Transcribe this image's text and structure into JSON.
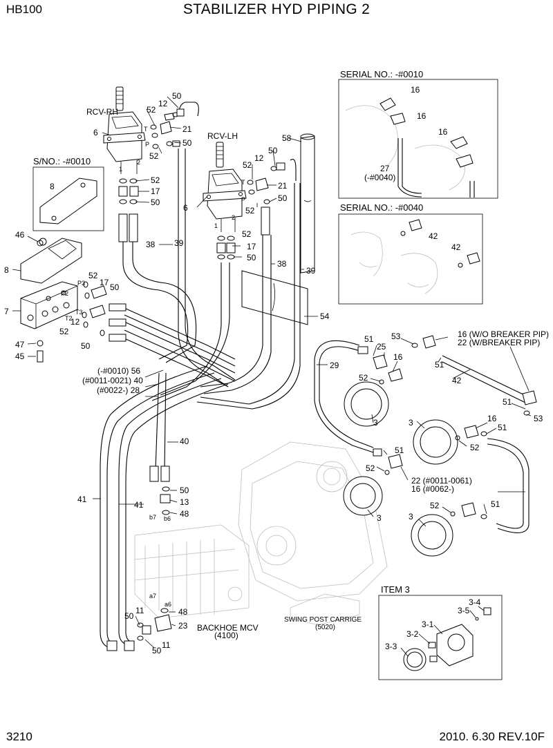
{
  "header": {
    "model": "HB100",
    "title": "STABILIZER HYD PIPING 2",
    "page_number": "3210",
    "revision": "2010. 6.30  REV.10F"
  },
  "boxes": {
    "serial_0010": "SERIAL NO.: -#0010",
    "serial_0040": "SERIAL NO.: -#0040",
    "sno_0010": "S/NO.: -#0010",
    "item3": "ITEM 3"
  },
  "assemblies": {
    "rcv_rh": "RCV-RH",
    "rcv_lh": "RCV-LH",
    "backhoe_mcv": "BACKHOE MCV",
    "backhoe_mcv_code": "(4100)",
    "swing_post": "SWING POST CARRIGE",
    "swing_post_code": "(5020)"
  },
  "notes": {
    "n56": "(-#0010) 56",
    "n40": "(#0011-0021) 40",
    "n28": "(#0022-) 28",
    "n16a": "16 (W/O BREAKER PIP)",
    "n22a": "22 (W/BREAKER PIP)",
    "n22b": "22 (#0011-0061)",
    "n16b": "16 (#0062-)",
    "n27": "27",
    "n27s": "(-#0040)"
  },
  "port_labels": {
    "T": "T",
    "P": "P",
    "one": "1",
    "two": "2",
    "P3": "P3",
    "P2": "P2",
    "T3": "T3",
    "T2": "T2",
    "b7": "b7",
    "b6": "b6",
    "a7": "a7",
    "a6": "a6"
  },
  "callouts": {
    "c6": "6",
    "c12": "12",
    "c50": "50",
    "c52": "52",
    "c21": "21",
    "c17": "17",
    "c38": "38",
    "c39": "39",
    "c58": "58",
    "c8": "8",
    "c46": "46",
    "c7": "7",
    "c47": "47",
    "c45": "45",
    "c54": "54",
    "c29": "29",
    "c51": "51",
    "c25": "25",
    "c53": "53",
    "c16": "16",
    "c42": "42",
    "c3": "3",
    "c40": "40",
    "c41": "41",
    "c13": "13",
    "c48": "48",
    "c11": "11",
    "c23": "23",
    "c3_1": "3-1",
    "c3_2": "3-2",
    "c3_3": "3-3",
    "c3_4": "3-4",
    "c3_5": "3-5"
  }
}
